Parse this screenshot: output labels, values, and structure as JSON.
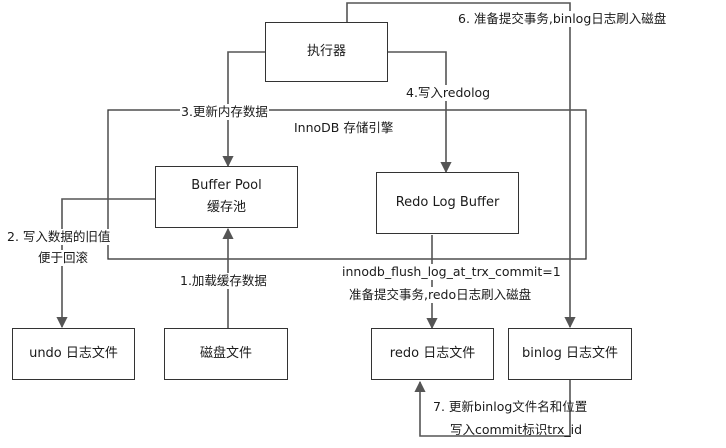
{
  "boxes": {
    "executor": "执行器",
    "buffer_pool": "Buffer Pool",
    "buffer_pool_sub": "缓存池",
    "redo_log_buffer": "Redo Log Buffer",
    "undo_file": "undo 日志文件",
    "disk_file": "磁盘文件",
    "redo_file": "redo 日志文件",
    "binlog_file": "binlog 日志文件"
  },
  "container": {
    "title": "InnoDB 存储引擎"
  },
  "labels": {
    "step1": "1.加载缓存数据",
    "step2_line1": "2. 写入数据的旧值",
    "step2_line2": "便于回滚",
    "step3": "3.更新内存数据",
    "step4": "4.写入redolog",
    "step5_line1": "innodb_flush_log_at_trx_commit=1",
    "step5_line2": "准备提交事务,redo日志刷入磁盘",
    "step6": "6. 准备提交事务,binlog日志刷入磁盘",
    "step7_line1": "7. 更新binlog文件名和位置",
    "step7_line2": "写入commit标识trx_id"
  },
  "colors": {
    "line": "#555555",
    "border": "#333333"
  }
}
